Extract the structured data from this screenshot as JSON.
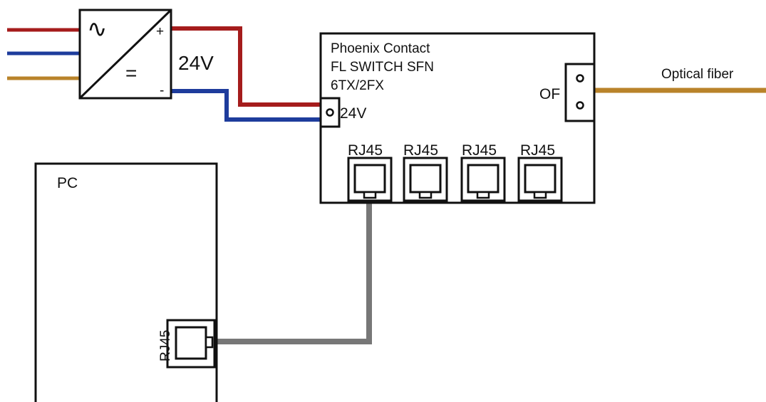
{
  "colors": {
    "line": "#111111",
    "wire_red": "#a51c1c",
    "wire_blue": "#1e3c9c",
    "wire_orange": "#b9832a",
    "ethernet_cable": "#777777"
  },
  "power_supply": {
    "ac_symbol": "∿",
    "dc_symbol": "=",
    "plus": "+",
    "minus": "-",
    "voltage": "24V"
  },
  "switch": {
    "line1": "Phoenix Contact",
    "line2": "FL SWITCH SFN",
    "line3": "6TX/2FX",
    "power_label": "24V",
    "of_label": "OF",
    "ports": [
      {
        "label": "RJ45"
      },
      {
        "label": "RJ45"
      },
      {
        "label": "RJ45"
      },
      {
        "label": "RJ45"
      }
    ]
  },
  "fiber_label": "Optical fiber",
  "pc": {
    "label": "PC",
    "port_label": "RJ45"
  }
}
